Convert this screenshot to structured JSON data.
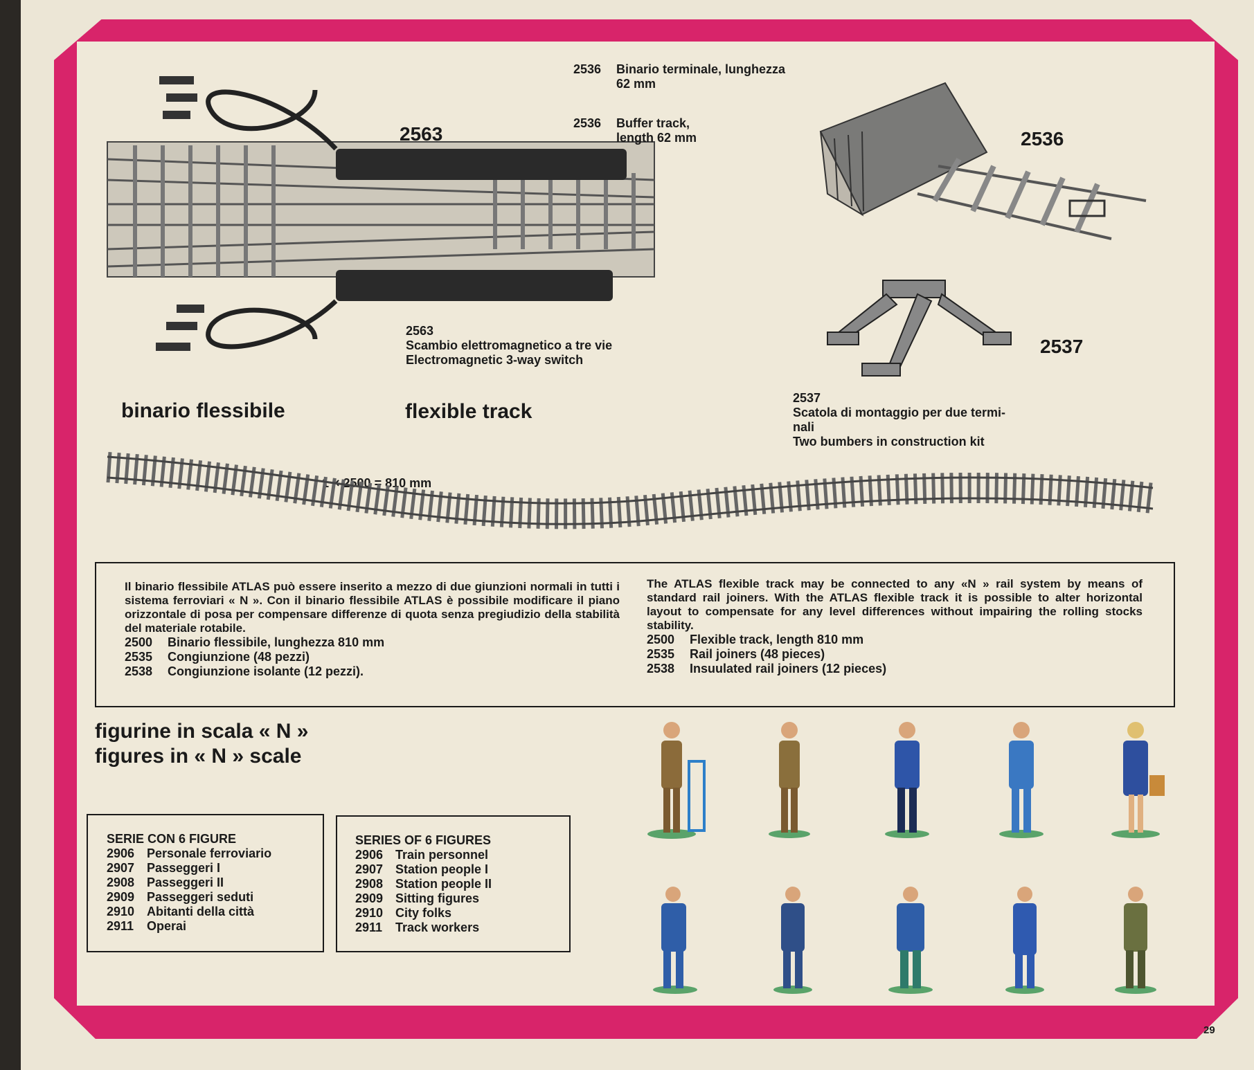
{
  "switch_item": {
    "number": "2563",
    "caption_code": "2563",
    "caption_it": "Scambio elettromagnetico a tre vie",
    "caption_en": "Electromagnetic 3-way switch"
  },
  "buffer_item": {
    "number": "2536",
    "caption_code_it": "2536",
    "caption_it_line1": "Binario terminale, lunghezza",
    "caption_it_line2": "62 mm",
    "caption_code_en": "2536",
    "caption_en_line1": "Buffer track,",
    "caption_en_line2": "length 62 mm"
  },
  "bumper_item": {
    "number": "2537",
    "caption_code": "2537",
    "caption_it_line1": "Scatola di montaggio per due termi-",
    "caption_it_line2": "nali",
    "caption_en": "Two bumbers in construction kit"
  },
  "flex_heading_it": "binario flessibile",
  "flex_heading_en": "flexible track",
  "flex_formula": "1 × 2500 = 810 mm",
  "flex_text_it": "Il binario flessibile ATLAS può essere inserito a mezzo di due giunzioni normali in tutti i sistema ferroviari « N ». Con il binario flessibile ATLAS è possibile modificare il piano orizzontale di posa per compensare differenze di quota senza pregiudizio della stabilità del materiale rotabile.",
  "flex_list_it": [
    {
      "code": "2500",
      "label": "Binario flessibile, lunghezza 810 mm"
    },
    {
      "code": "2535",
      "label": "Congiunzione (48 pezzi)"
    },
    {
      "code": "2538",
      "label": "Congiunzione isolante (12 pezzi)."
    }
  ],
  "flex_text_en": "The ATLAS flexible track may be connected to any «N » rail system by means of standard rail joiners. With the ATLAS flexible track it is possible to alter horizontal layout to compensate for any level differences without impairing the rolling stocks stability.",
  "flex_list_en": [
    {
      "code": "2500",
      "label": "Flexible track, length 810 mm"
    },
    {
      "code": "2535",
      "label": "Rail joiners (48 pieces)"
    },
    {
      "code": "2538",
      "label": "Insuulated rail joiners (12 pieces)"
    }
  ],
  "figures_heading_it": "figurine in scala « N »",
  "figures_heading_en": "figures in « N » scale",
  "series_it": {
    "title": "SERIE CON 6 FIGURE",
    "items": [
      {
        "code": "2906",
        "label": "Personale ferroviario"
      },
      {
        "code": "2907",
        "label": "Passeggeri I"
      },
      {
        "code": "2908",
        "label": "Passeggeri II"
      },
      {
        "code": "2909",
        "label": "Passeggeri seduti"
      },
      {
        "code": "2910",
        "label": "Abitanti della città"
      },
      {
        "code": "2911",
        "label": "Operai"
      }
    ]
  },
  "series_en": {
    "title": "SERIES OF 6 FIGURES",
    "items": [
      {
        "code": "2906",
        "label": "Train personnel"
      },
      {
        "code": "2907",
        "label": "Station people I"
      },
      {
        "code": "2908",
        "label": "Station people II"
      },
      {
        "code": "2909",
        "label": "Sitting figures"
      },
      {
        "code": "2910",
        "label": "City folks"
      },
      {
        "code": "2911",
        "label": "Track workers"
      }
    ]
  },
  "page_number": "29",
  "colors": {
    "frame": "#d8246a",
    "paper": "#efe9d9",
    "ink": "#1a1a1a"
  }
}
